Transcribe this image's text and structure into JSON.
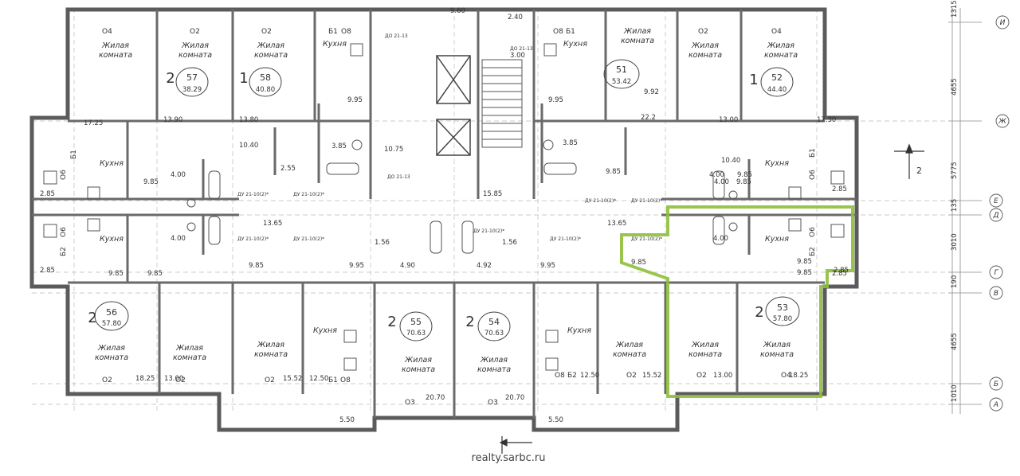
{
  "watermark": "realty.sarbc.ru",
  "section_mark": "2",
  "axes": [
    "И",
    "Ж",
    "Е",
    "Д",
    "Г",
    "В",
    "Б",
    "А"
  ],
  "axis_dims": [
    "1315",
    "4655",
    "5775",
    "135",
    "3010",
    "190",
    "4655",
    "1010"
  ],
  "apartments": [
    {
      "rooms": "2",
      "num": "57",
      "area": "38.29"
    },
    {
      "rooms": "1",
      "num": "58",
      "area": "40.80"
    },
    {
      "rooms": "",
      "num": "51",
      "area": "53.42"
    },
    {
      "rooms": "1",
      "num": "52",
      "area": "44.40"
    },
    {
      "rooms": "2",
      "num": "56",
      "area": "57.80"
    },
    {
      "rooms": "2",
      "num": "55",
      "area": "70.63"
    },
    {
      "rooms": "2",
      "num": "54",
      "area": "70.63"
    },
    {
      "rooms": "2",
      "num": "53",
      "area": "57.80"
    }
  ],
  "rooms": {
    "living_line1": "Жилая",
    "living_line2": "комната",
    "kitchen": "Кухня"
  },
  "room_codes": [
    "О4",
    "О2",
    "О2",
    "Б1",
    "О8",
    "О8",
    "Б1",
    "О2",
    "О4",
    "О2",
    "О2",
    "О2",
    "Б1",
    "О8",
    "О3",
    "О3",
    "О8",
    "Б2",
    "О2",
    "О2",
    "О4",
    "Б1",
    "Б2",
    "Б1",
    "Б2",
    "О6",
    "О6",
    "О6",
    "О6"
  ],
  "room_areas": [
    "17.25",
    "13.90",
    "13.80",
    "10.40",
    "9.95",
    "3.85",
    "2.55",
    "10.75",
    "9.95",
    "3.85",
    "22.2",
    "13.00",
    "17.30",
    "10.40",
    "4.00",
    "9.85",
    "9.85",
    "4.00",
    "9.85",
    "2.85",
    "13.65",
    "9.85",
    "4.00",
    "2.85",
    "9.85",
    "1.56",
    "4.90",
    "4.92",
    "1.56",
    "9.95",
    "9.95",
    "13.65",
    "9.85",
    "4.00",
    "9.85",
    "2.85",
    "2.85",
    "18.25",
    "13.00",
    "15.52",
    "12.50",
    "20.70",
    "20.70",
    "12.50",
    "15.52",
    "13.00",
    "18.25",
    "5.50",
    "5.50",
    "9.92",
    "9.85",
    "9.85",
    "2.85",
    "4.00",
    "9.60",
    "2.40",
    "9.85",
    "15.85",
    "3.00"
  ],
  "risers": [
    "ДО 21-13",
    "ДО 21-13",
    "ДО 21-13",
    "ДУ 21-10(2)*",
    "ДУ 21-10(2)*",
    "ДУ 21-10(2)*",
    "ДУ 21-10(2)*",
    "ДУ 21-10(2)*",
    "ДУ 21-10(2)*",
    "ДУ 21-10(2)*",
    "ДУ 21-10(2)*",
    "ДУ 21-10(2)*"
  ],
  "colors": {
    "wall": "#5b5b5b",
    "line": "#7a7a7a",
    "highlight": "#8fbf3a",
    "ink": "#333333"
  }
}
